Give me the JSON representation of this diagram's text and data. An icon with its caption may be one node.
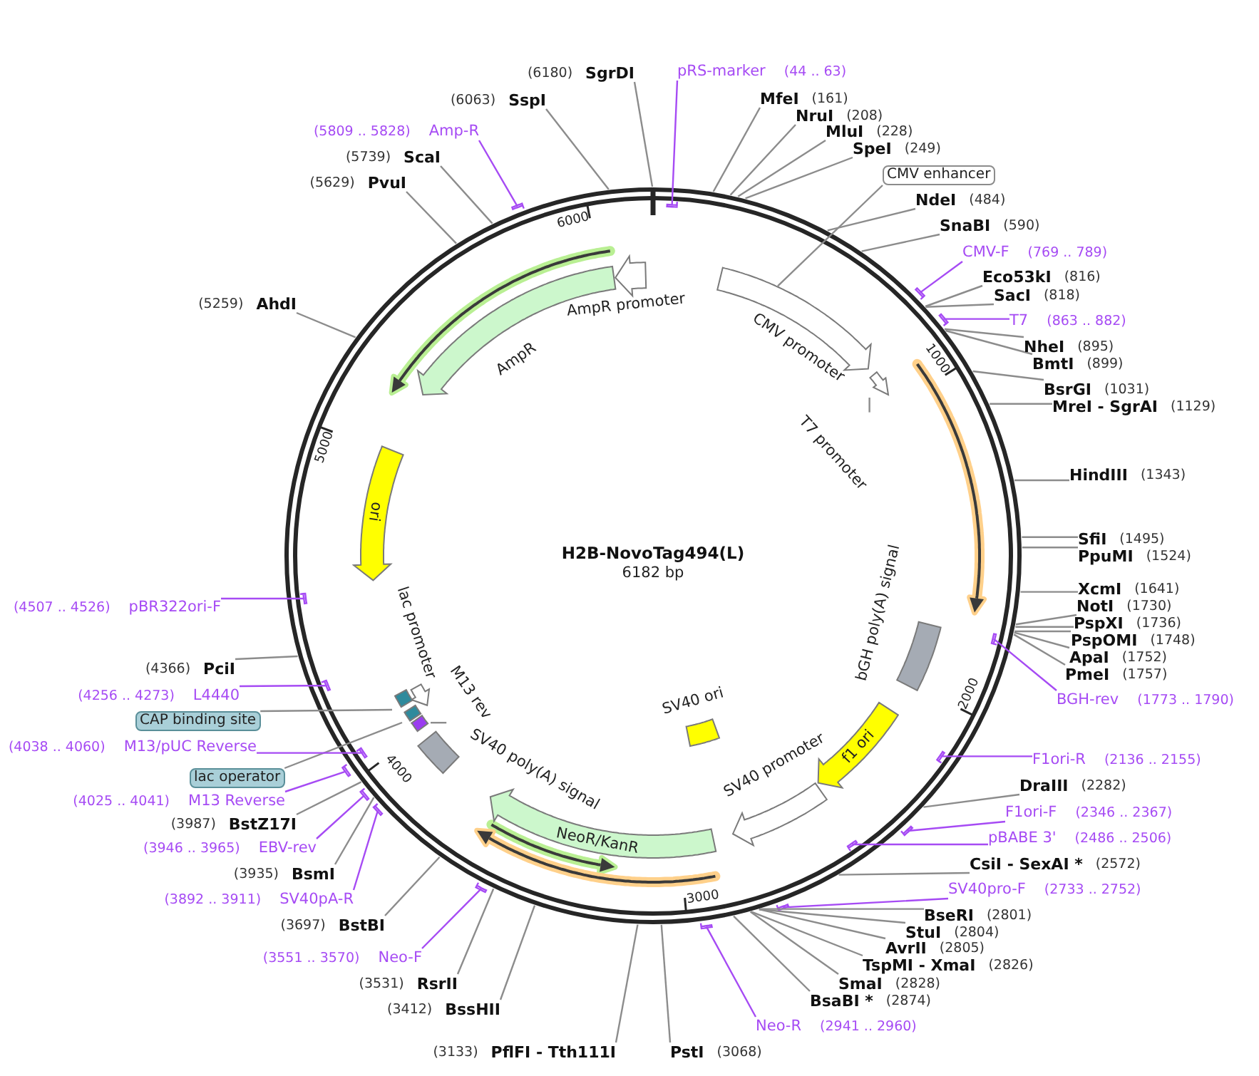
{
  "diagram": {
    "title": "H2B-NovoTag494(L)",
    "nodes": [
      {
        "text": [
          "pRS-marker"
        ],
        "beside": [
          "(44 .. 63)"
        ]
      },
      {
        "text": [
          "MfeI"
        ],
        "beside": [
          "(161)"
        ]
      },
      {
        "text": [
          "NruI"
        ],
        "beside": [
          "(208)"
        ]
      },
      {
        "text": [
          "MluI"
        ],
        "beside": [
          "(228)"
        ]
      },
      {
        "text": [
          "SpeI"
        ],
        "beside": [
          "(249)"
        ]
      },
      {
        "text": [
          "CMV enhancer"
        ]
      },
      {
        "text": [
          "NdeI"
        ],
        "beside": [
          "(484)"
        ]
      },
      {
        "text": [
          "SnaBI"
        ],
        "beside": [
          "(590)"
        ]
      },
      {
        "text": [
          "CMV-F"
        ],
        "beside": [
          "(769 .. 789)"
        ]
      },
      {
        "text": [
          "Eco53kI"
        ],
        "beside": [
          "(816)"
        ]
      },
      {
        "text": [
          "SacI"
        ],
        "beside": [
          "(818)"
        ]
      },
      {
        "text": [
          "T7"
        ],
        "beside": [
          "(863 .. 882)"
        ]
      },
      {
        "text": [
          "NheI"
        ],
        "beside": [
          "(895)"
        ]
      },
      {
        "text": [
          "BmtI"
        ],
        "beside": [
          "(899)"
        ]
      },
      {
        "text": [
          "BsrGI"
        ],
        "beside": [
          "(1031)"
        ]
      },
      {
        "text": [
          "MreI - SgrAI"
        ],
        "beside": [
          "(1129)"
        ]
      },
      {
        "text": [
          "HindIII"
        ],
        "beside": [
          "(1343)"
        ]
      },
      {
        "text": [
          "SfiI"
        ],
        "beside": [
          "(1495)"
        ]
      },
      {
        "text": [
          "PpuMI"
        ],
        "beside": [
          "(1524)"
        ]
      },
      {
        "text": [
          "XcmI"
        ],
        "beside": [
          "(1641)"
        ]
      },
      {
        "text": [
          "NotI"
        ],
        "beside": [
          "(1730)"
        ]
      },
      {
        "text": [
          "PspXI"
        ],
        "beside": [
          "(1736)"
        ]
      },
      {
        "text": [
          "PspOMI"
        ],
        "beside": [
          "(1748)"
        ]
      },
      {
        "text": [
          "ApaI"
        ],
        "beside": [
          "(1752)"
        ]
      },
      {
        "text": [
          "PmeI"
        ],
        "beside": [
          "(1757)"
        ]
      },
      {
        "text": [
          "BGH-rev"
        ],
        "beside": [
          "(1773 .. 1790)"
        ]
      },
      {
        "text": [
          "F1ori-R"
        ],
        "beside": [
          "(2136 .. 2155)"
        ]
      },
      {
        "text": [
          "DraIII"
        ],
        "beside": [
          "(2282)"
        ]
      },
      {
        "text": [
          "F1ori-F"
        ],
        "beside": [
          "(2346 .. 2367)"
        ]
      },
      {
        "text": [
          "pBABE 3'"
        ],
        "beside": [
          "(2486 .. 2506)"
        ]
      },
      {
        "text": [
          "CsiI - SexAI *"
        ],
        "beside": [
          "(2572)"
        ]
      },
      {
        "text": [
          "SV40pro-F"
        ],
        "beside": [
          "(2733 .. 2752)"
        ]
      },
      {
        "text": [
          "BseRI"
        ],
        "beside": [
          "(2801)"
        ]
      },
      {
        "text": [
          "StuI"
        ],
        "beside": [
          "(2804)"
        ]
      },
      {
        "text": [
          "AvrII"
        ],
        "beside": [
          "(2805)"
        ]
      },
      {
        "text": [
          "TspMI - XmaI"
        ],
        "beside": [
          "(2826)"
        ]
      },
      {
        "text": [
          "SmaI"
        ],
        "beside": [
          "(2828)"
        ]
      },
      {
        "text": [
          "BsaBI *"
        ],
        "beside": [
          "(2874)"
        ]
      },
      {
        "text": [
          "Neo-R"
        ],
        "beside": [
          "(2941 .. 2960)"
        ]
      },
      {
        "text": [
          "PstI"
        ],
        "beside": [
          "(3068)"
        ]
      },
      {
        "text": [
          "PflFI - Tth111I"
        ],
        "beside": [
          "(3133)"
        ]
      },
      {
        "text": [
          "BssHII"
        ],
        "beside": [
          "(3412)"
        ]
      },
      {
        "text": [
          "RsrII"
        ],
        "beside": [
          "(3531)"
        ]
      },
      {
        "text": [
          "Neo-F"
        ],
        "beside": [
          "(3551 .. 3570)"
        ]
      },
      {
        "text": [
          "BstBI"
        ],
        "beside": [
          "(3697)"
        ]
      },
      {
        "text": [
          "SV40pA-R"
        ],
        "beside": [
          "(3892 .. 3911)"
        ]
      },
      {
        "text": [
          "BsmI"
        ],
        "beside": [
          "(3935)"
        ]
      },
      {
        "text": [
          "EBV-rev"
        ],
        "beside": [
          "(3946 .. 3965)"
        ]
      },
      {
        "text": [
          "BstZ17I"
        ],
        "beside": [
          "(3987)"
        ]
      },
      {
        "text": [
          "M13 Reverse"
        ],
        "beside": [
          "(4025 .. 4041)"
        ]
      },
      {
        "text": [
          "lac operator"
        ]
      },
      {
        "text": [
          "M13/pUC Reverse"
        ],
        "beside": [
          "(4038 .. 4060)"
        ]
      },
      {
        "text": [
          "CAP binding site"
        ]
      },
      {
        "text": [
          "L4440"
        ],
        "beside": [
          "(4256 .. 4273)"
        ]
      },
      {
        "text": [
          "PciI"
        ],
        "beside": [
          "(4366)"
        ]
      },
      {
        "text": [
          "pBR322ori-F"
        ],
        "beside": [
          "(4507 .. 4526)"
        ]
      },
      {
        "text": [
          "AhdI"
        ],
        "beside": [
          "(5259)"
        ]
      },
      {
        "text": [
          "PvuI"
        ],
        "beside": [
          "(5629)"
        ]
      },
      {
        "text": [
          "ScaI"
        ],
        "beside": [
          "(5739)"
        ]
      },
      {
        "text": [
          "Amp-R"
        ],
        "beside": [
          "(5809 .. 5828)"
        ]
      },
      {
        "text": [
          "SspI"
        ],
        "beside": [
          "(6063)"
        ]
      },
      {
        "text": [
          "SgrDI"
        ],
        "beside": [
          "(6180)"
        ]
      },
      {
        "text": [
          "CMV promoter"
        ]
      },
      {
        "text": [
          "T7 promoter"
        ]
      },
      {
        "text": [],
        "shape": "arrow"
      },
      {
        "text": [
          "bGH poly(A) signal"
        ]
      },
      {
        "text": [
          "f1 ori"
        ]
      },
      {
        "text": [
          "SV40 promoter"
        ]
      },
      {
        "text": [
          "SV40 ori"
        ]
      },
      {
        "text": [
          "NeoR/KanR"
        ]
      },
      {
        "text": [
          "SV40 poly(A) signal"
        ]
      },
      {
        "text": [
          "M13 rev"
        ]
      },
      {
        "text": [],
        "shape": "bar"
      },
      {
        "text": [],
        "shape": "bar"
      },
      {
        "text": [
          "lac promoter"
        ]
      },
      {
        "text": [],
        "shape": "bar"
      },
      {
        "text": [
          "ori"
        ]
      },
      {
        "text": [
          "AmpR"
        ]
      },
      {
        "text": [
          "AmpR promoter"
        ]
      }
    ],
    "edges": [
      {
        "from": 0,
        "to": null,
        "arrow": "none",
        "color": "#a64bf4"
      },
      {
        "from": 1,
        "to": null,
        "arrow": "none"
      },
      {
        "from": 2,
        "to": null,
        "arrow": "none"
      },
      {
        "from": 3,
        "to": null,
        "arrow": "none"
      },
      {
        "from": 4,
        "to": null,
        "arrow": "none"
      },
      {
        "from": 5,
        "to": 62,
        "arrow": "none"
      },
      {
        "from": 6,
        "to": null,
        "arrow": "none"
      },
      {
        "from": 7,
        "to": null,
        "arrow": "none"
      },
      {
        "from": 8,
        "to": null,
        "arrow": "none",
        "color": "#a64bf4"
      },
      {
        "from": 9,
        "to": null,
        "arrow": "none"
      },
      {
        "from": 10,
        "to": null,
        "arrow": "none"
      },
      {
        "from": 11,
        "to": null,
        "arrow": "none",
        "color": "#a64bf4"
      },
      {
        "from": 12,
        "to": null,
        "arrow": "none"
      },
      {
        "from": 13,
        "to": null,
        "arrow": "none"
      },
      {
        "from": 14,
        "to": null,
        "arrow": "none"
      },
      {
        "from": 15,
        "to": null,
        "arrow": "none"
      },
      {
        "from": 16,
        "to": null,
        "arrow": "none"
      },
      {
        "from": 17,
        "to": null,
        "arrow": "none"
      },
      {
        "from": 18,
        "to": null,
        "arrow": "none"
      },
      {
        "from": 19,
        "to": null,
        "arrow": "none"
      },
      {
        "from": 20,
        "to": null,
        "arrow": "none"
      },
      {
        "from": 21,
        "to": null,
        "arrow": "none"
      },
      {
        "from": 22,
        "to": null,
        "arrow": "none"
      },
      {
        "from": 23,
        "to": null,
        "arrow": "none"
      },
      {
        "from": 24,
        "to": null,
        "arrow": "none"
      },
      {
        "from": 25,
        "to": null,
        "arrow": "none",
        "color": "#a64bf4"
      },
      {
        "from": 26,
        "to": null,
        "arrow": "none",
        "color": "#a64bf4"
      },
      {
        "from": 27,
        "to": null,
        "arrow": "none"
      },
      {
        "from": 28,
        "to": null,
        "arrow": "none",
        "color": "#a64bf4"
      },
      {
        "from": 29,
        "to": null,
        "arrow": "none",
        "color": "#a64bf4"
      },
      {
        "from": 30,
        "to": null,
        "arrow": "none"
      },
      {
        "from": 31,
        "to": null,
        "arrow": "none",
        "color": "#a64bf4"
      },
      {
        "from": 32,
        "to": null,
        "arrow": "none"
      },
      {
        "from": 33,
        "to": null,
        "arrow": "none"
      },
      {
        "from": 34,
        "to": null,
        "arrow": "none"
      },
      {
        "from": 35,
        "to": null,
        "arrow": "none"
      },
      {
        "from": 36,
        "to": null,
        "arrow": "none"
      },
      {
        "from": 37,
        "to": null,
        "arrow": "none"
      },
      {
        "from": 38,
        "to": null,
        "arrow": "none",
        "color": "#a64bf4"
      },
      {
        "from": 39,
        "to": null,
        "arrow": "none"
      },
      {
        "from": 40,
        "to": null,
        "arrow": "none"
      },
      {
        "from": 41,
        "to": null,
        "arrow": "none"
      },
      {
        "from": 42,
        "to": null,
        "arrow": "none"
      },
      {
        "from": 43,
        "to": null,
        "arrow": "none",
        "color": "#a64bf4"
      },
      {
        "from": 44,
        "to": null,
        "arrow": "none"
      },
      {
        "from": 45,
        "to": null,
        "arrow": "none",
        "color": "#a64bf4"
      },
      {
        "from": 46,
        "to": null,
        "arrow": "none"
      },
      {
        "from": 47,
        "to": null,
        "arrow": "none",
        "color": "#a64bf4"
      },
      {
        "from": 48,
        "to": null,
        "arrow": "none"
      },
      {
        "from": 49,
        "to": null,
        "arrow": "none",
        "color": "#a64bf4"
      },
      {
        "from": 50,
        "to": 73,
        "arrow": "none"
      },
      {
        "from": 51,
        "to": null,
        "arrow": "none",
        "color": "#a64bf4"
      },
      {
        "from": 52,
        "to": 75,
        "arrow": "none"
      },
      {
        "from": 53,
        "to": null,
        "arrow": "none",
        "color": "#a64bf4"
      },
      {
        "from": 54,
        "to": null,
        "arrow": "none"
      },
      {
        "from": 55,
        "to": null,
        "arrow": "none",
        "color": "#a64bf4"
      },
      {
        "from": 56,
        "to": null,
        "arrow": "none"
      },
      {
        "from": 57,
        "to": null,
        "arrow": "none"
      },
      {
        "from": 58,
        "to": null,
        "arrow": "none"
      },
      {
        "from": 59,
        "to": null,
        "arrow": "none",
        "color": "#a64bf4"
      },
      {
        "from": 60,
        "to": null,
        "arrow": "none"
      },
      {
        "from": 61,
        "to": null,
        "arrow": "none"
      },
      {
        "from": 63,
        "to": 64,
        "arrow": "none"
      },
      {
        "from": 71,
        "to": 72,
        "arrow": "none"
      }
    ],
    "labels": [
      "6182 bp",
      "1000",
      "2000",
      "3000",
      "4000",
      "5000",
      "6000"
    ]
  }
}
